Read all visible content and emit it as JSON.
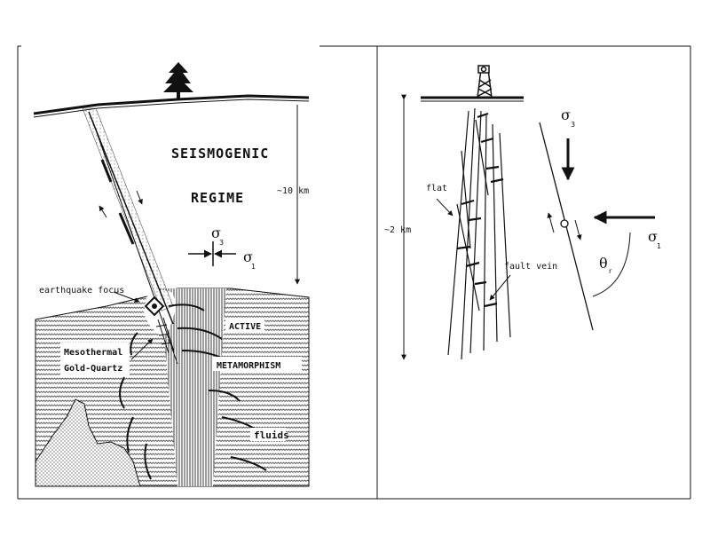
{
  "left_panel": {
    "title_line1": "SEISMOGENIC",
    "title_line2": "REGIME",
    "depth": "~10 km",
    "stress_sigma": "σ",
    "stress_sub_3": "3",
    "stress_sub_1": "1",
    "earthquake_focus": "earthquake focus",
    "deposit_line1": "Mesothermal",
    "deposit_line2": "Gold-Quartz",
    "active": "ACTIVE",
    "metamorphism": "METAMORPHISM",
    "fluids": "fluids"
  },
  "right_panel": {
    "depth": "~2 km",
    "flat": "flat",
    "fault_vein": "fault vein",
    "sigma": "σ",
    "sigma3_sub": "3",
    "sigma1_sub": "1",
    "theta": "θ",
    "theta_sub": "r"
  }
}
